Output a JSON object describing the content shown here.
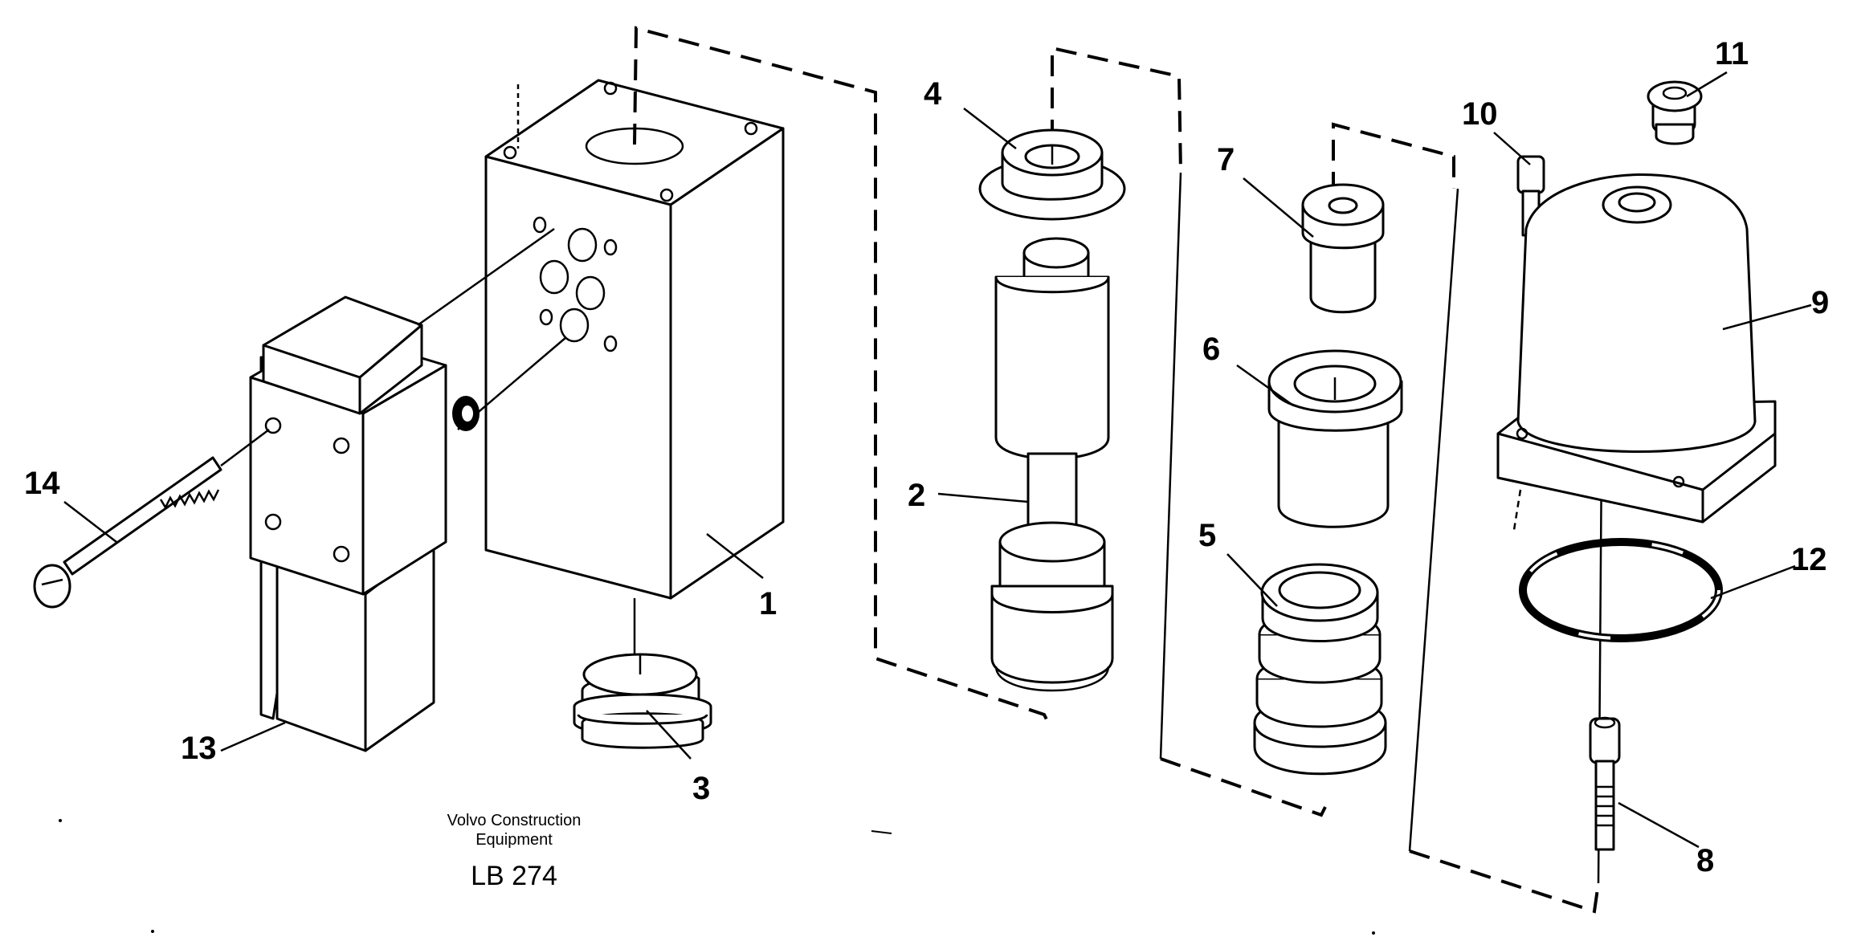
{
  "caption": {
    "company_line1": "Volvo Construction",
    "company_line2": "Equipment",
    "code": "LB 274"
  },
  "callouts": [
    "1",
    "2",
    "3",
    "4",
    "5",
    "6",
    "7",
    "8",
    "9",
    "10",
    "11",
    "12",
    "13",
    "14"
  ]
}
